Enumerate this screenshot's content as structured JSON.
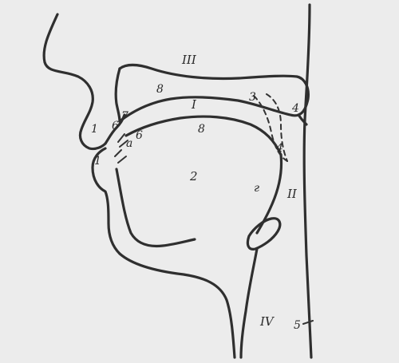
{
  "labels": {
    "roman_I": "I",
    "roman_II": "II",
    "roman_III": "III",
    "roman_IV": "IV",
    "n1_upper": "1",
    "n1_lower": "1",
    "n2": "2",
    "n3": "3",
    "n4_upper": "4",
    "n4_lower": "4",
    "n5": "5",
    "n6_left": "6",
    "n6_right": "6",
    "n7": "7",
    "n8_upper": "8",
    "n8_lower": "8",
    "a": "a",
    "g": "г"
  }
}
